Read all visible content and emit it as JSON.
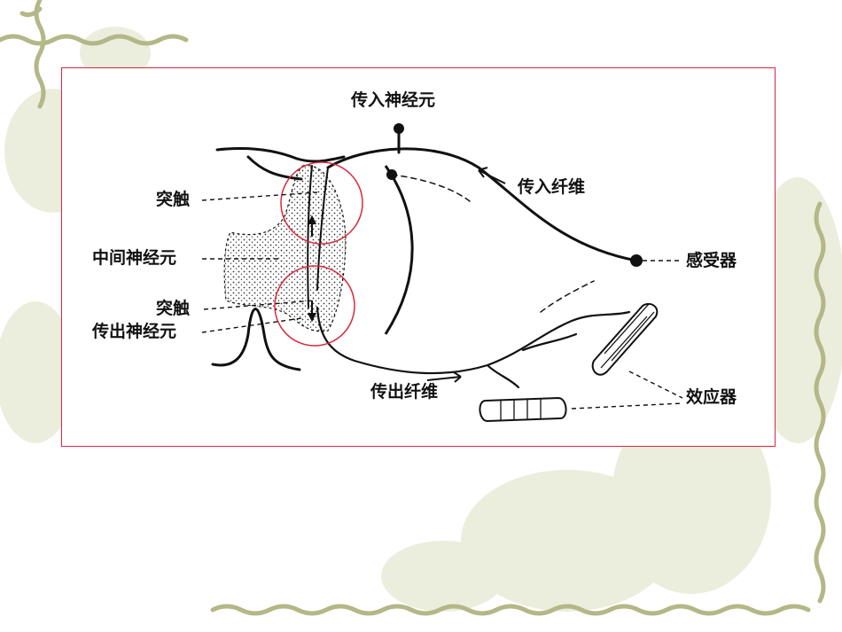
{
  "diagram": {
    "labels": {
      "afferent_neuron": "传入神经元",
      "afferent_fiber": "传入纤维",
      "synapse_upper": "突触",
      "interneuron": "中间神经元",
      "synapse_lower": "突触",
      "efferent_neuron": "传出神经元",
      "receptor": "感受器",
      "efferent_fiber": "传出纤维",
      "effector": "效应器"
    }
  },
  "colors": {
    "frame_border": "#d9273c",
    "highlight_circle": "#d9273c",
    "decoration_vine": "#b7b98a",
    "decoration_bloom": "#e8e9d6"
  }
}
